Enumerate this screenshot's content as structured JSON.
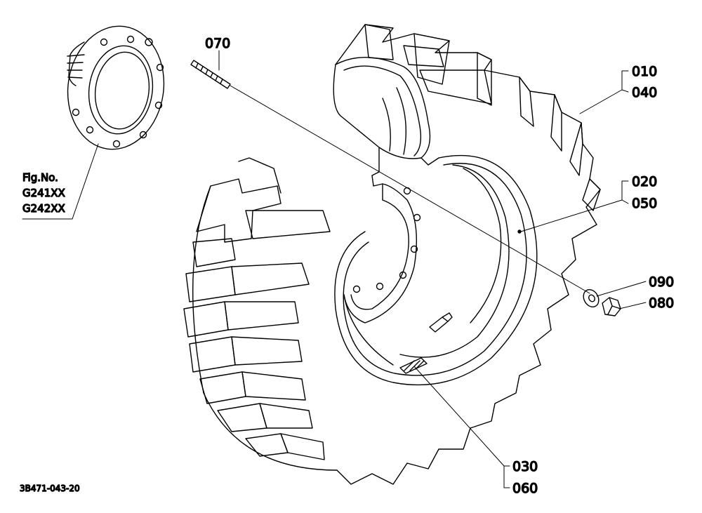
{
  "part_labels": {
    "p070": "070",
    "p010": "010",
    "p040": "040",
    "p020": "020",
    "p050": "050",
    "p090": "090",
    "p080": "080",
    "p030": "030",
    "p060": "060"
  },
  "figure_reference": {
    "prefix": "Fig.No.",
    "refs": [
      "G241XX",
      "G242XX"
    ]
  },
  "drawing_number": "3B471-043-20"
}
